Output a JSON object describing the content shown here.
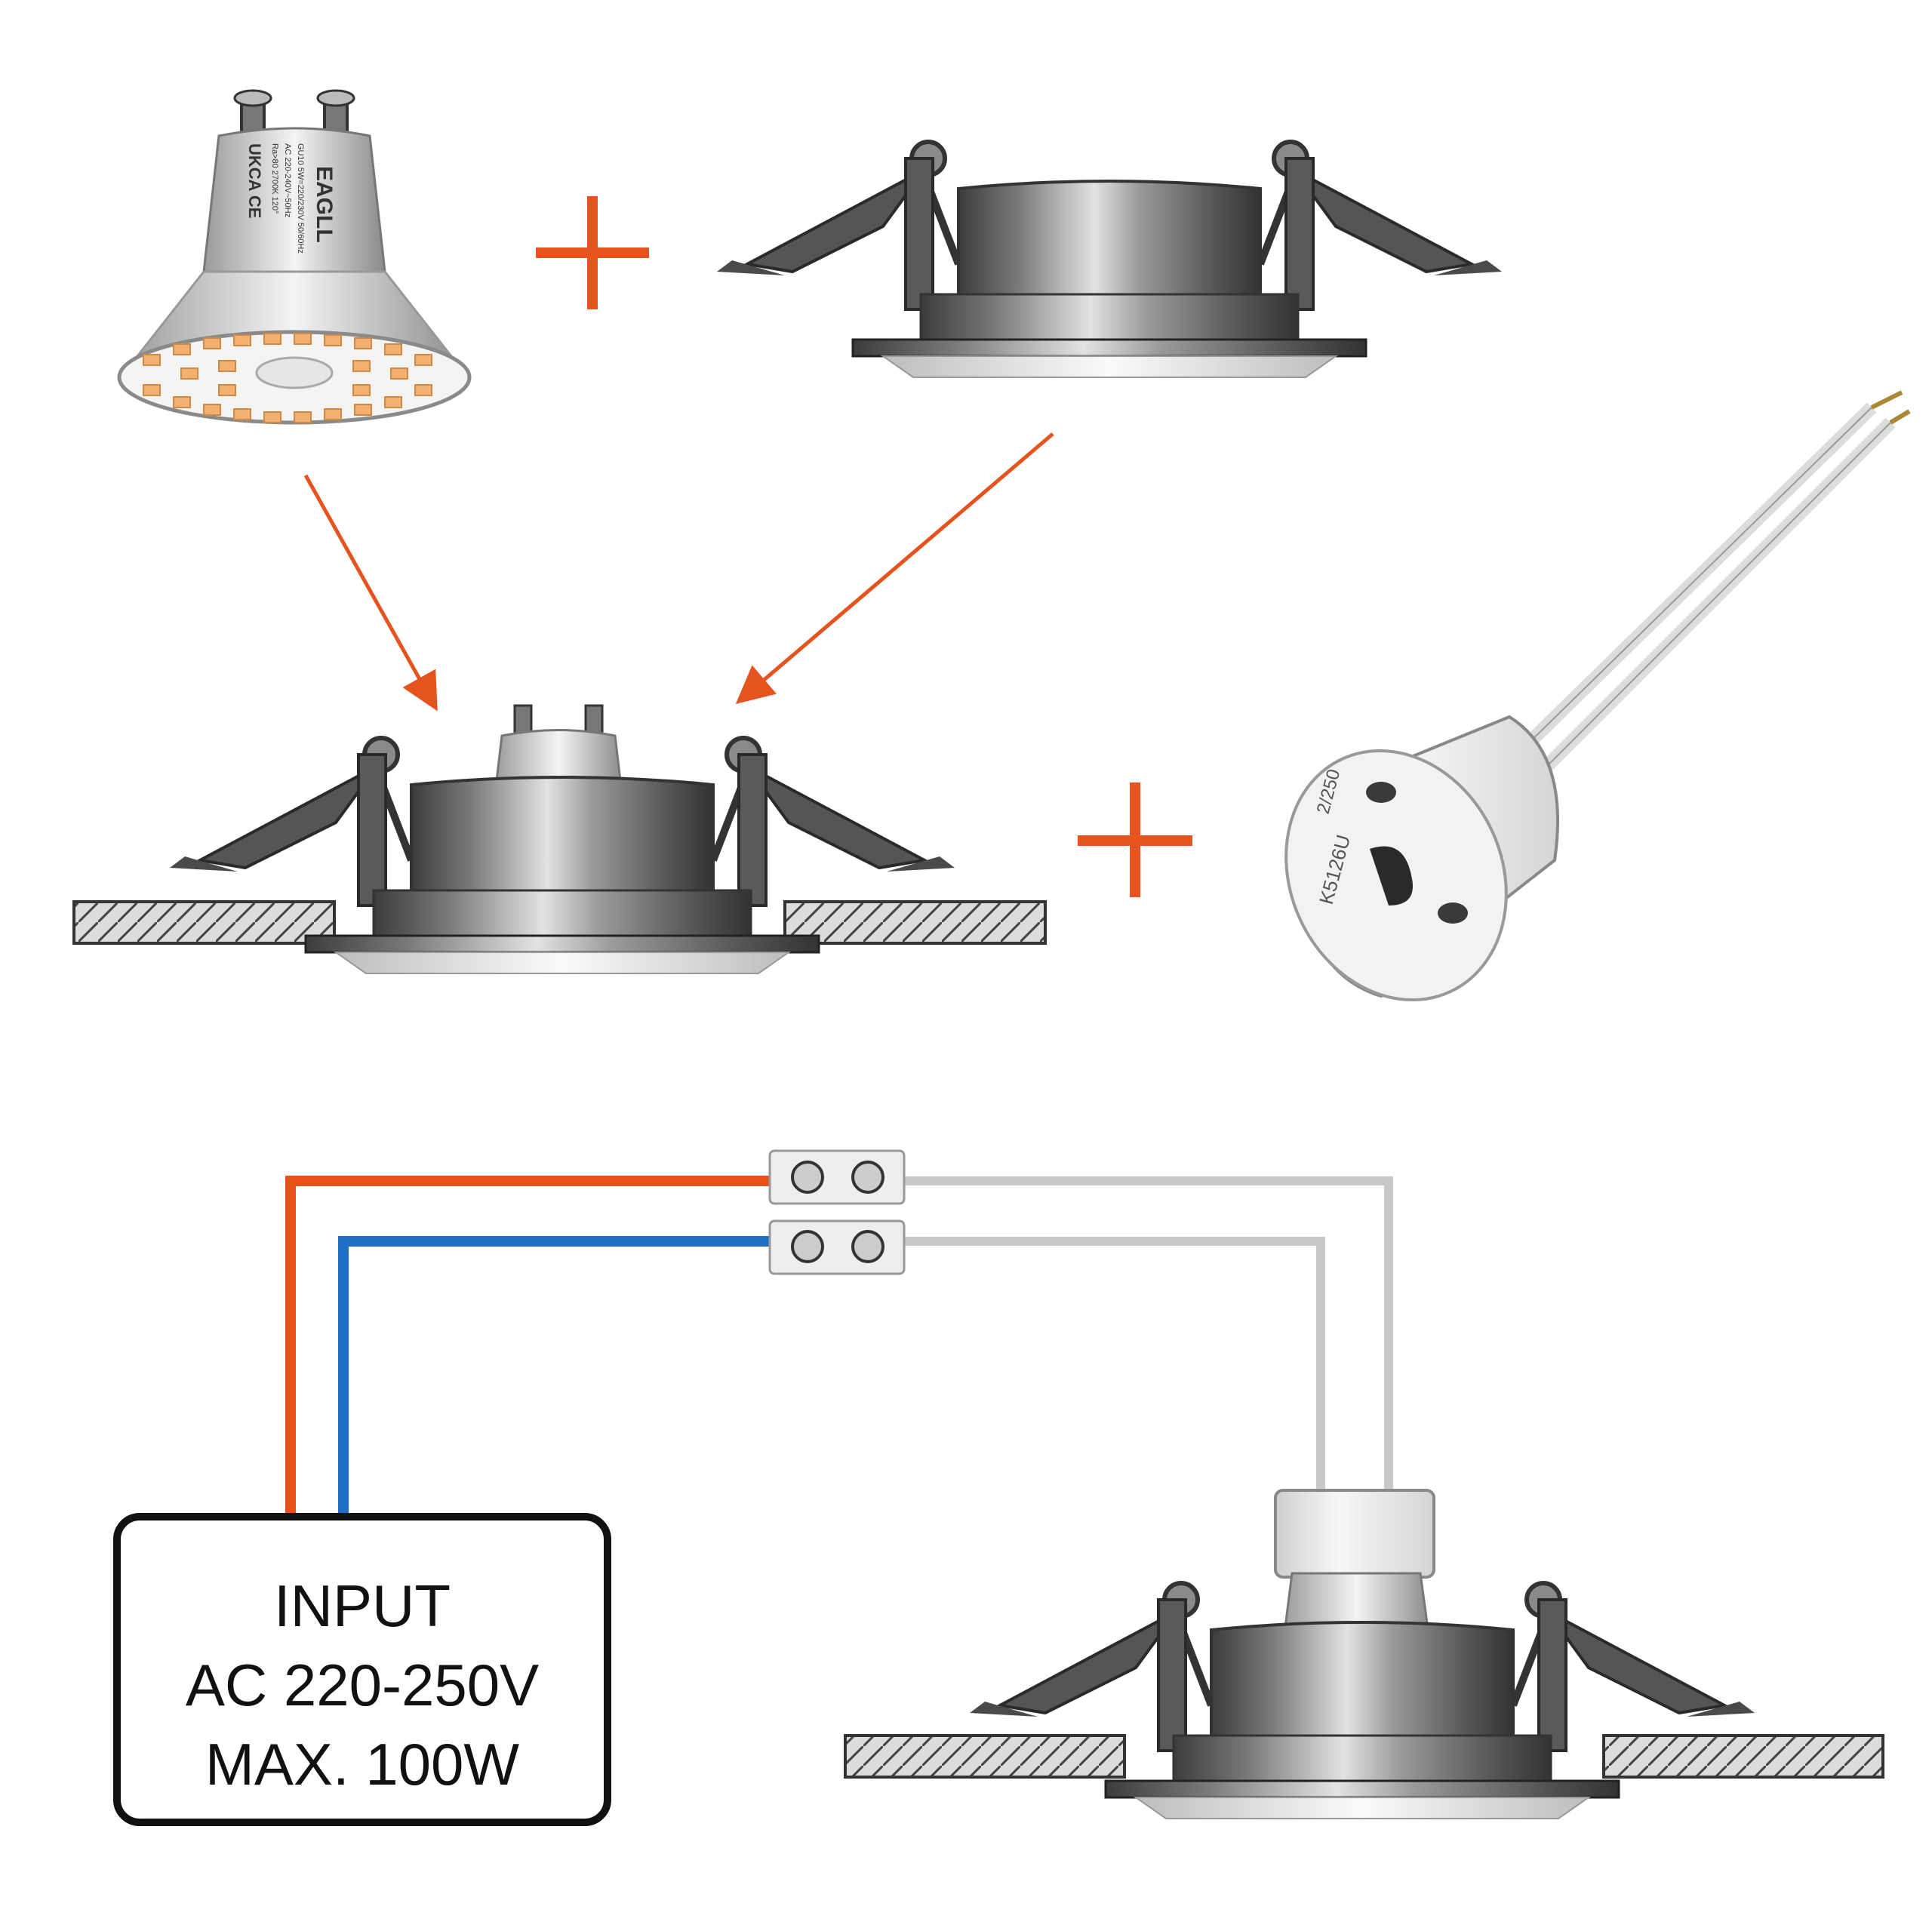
{
  "colors": {
    "accent": "#e5531f",
    "live_wire": "#e8521a",
    "neutral_wire": "#1f6fc4",
    "lamp_wire": "#c8c8c8",
    "metal_dark": "#4a4a4a",
    "metal_light": "#d8d8d8",
    "ceramic": "#f0f0f0",
    "led": "#f4b070"
  },
  "icons": {
    "plus": "plus-sign",
    "arrow": "arrow-diagonal",
    "bulb": "gu10-led-bulb",
    "frame": "recessed-spotlight-frame",
    "socket": "gu10-ceramic-socket",
    "terminal": "screw-terminal-block"
  },
  "bulb_label": {
    "brand": "EAGLL",
    "spec_line1": "GU10 5W=220/230V 50/60Hz",
    "spec_line2": "AC 220-240V~50Hz",
    "spec_line3": "Ra>80 2700K 120°",
    "marks": "UKCA CE"
  },
  "socket_label": {
    "rating": "2/250",
    "model": "K5126U"
  },
  "power_box": {
    "line1": "INPUT",
    "line2": "AC 220-250V",
    "line3": "MAX. 100W"
  }
}
